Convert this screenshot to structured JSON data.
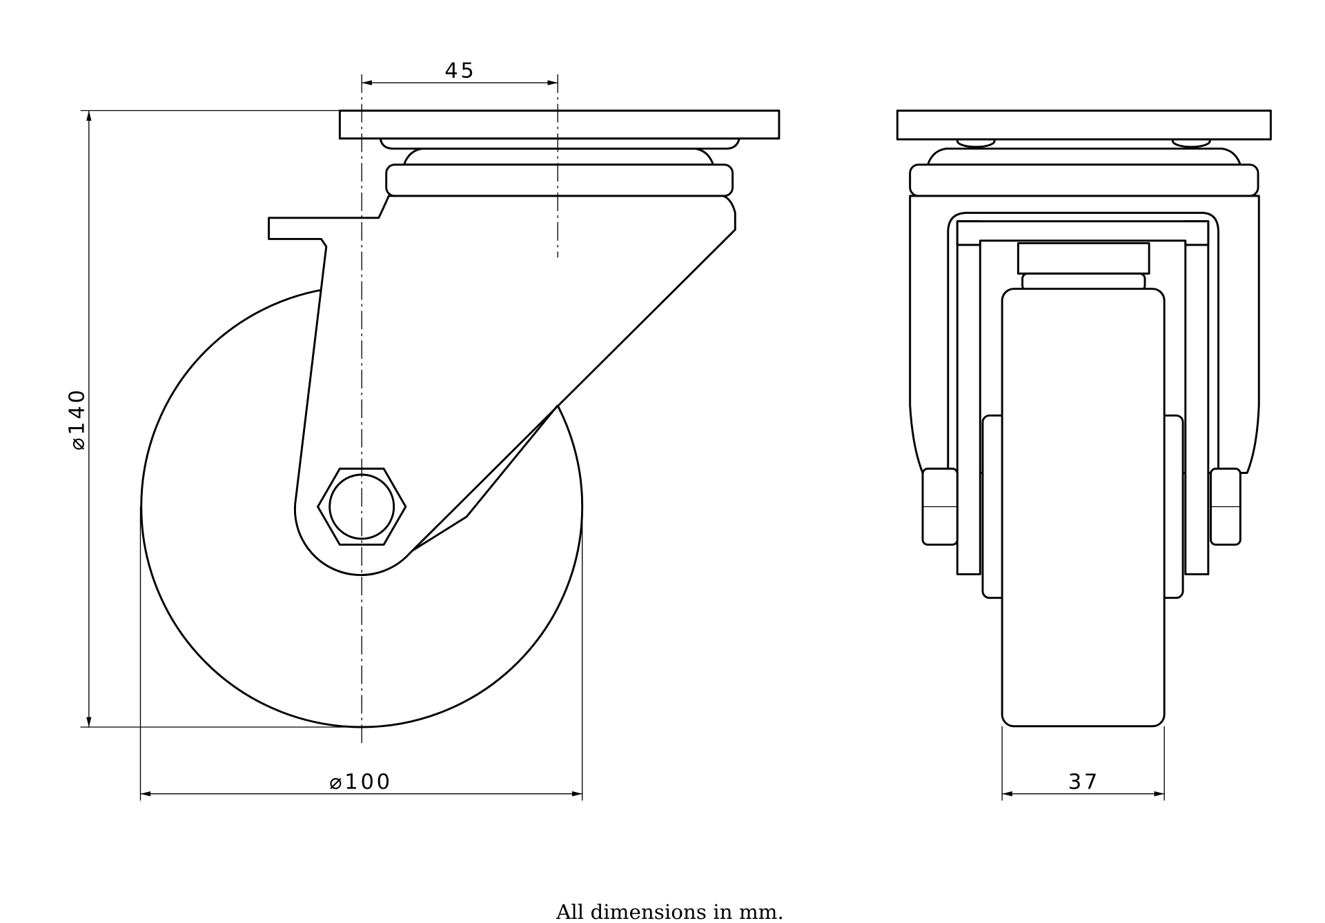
{
  "drawing": {
    "dimensions": {
      "offset": "45",
      "height": "⌀140",
      "wheel_diameter": "⌀100",
      "wheel_width": "37"
    },
    "caption": "All dimensions in mm."
  }
}
